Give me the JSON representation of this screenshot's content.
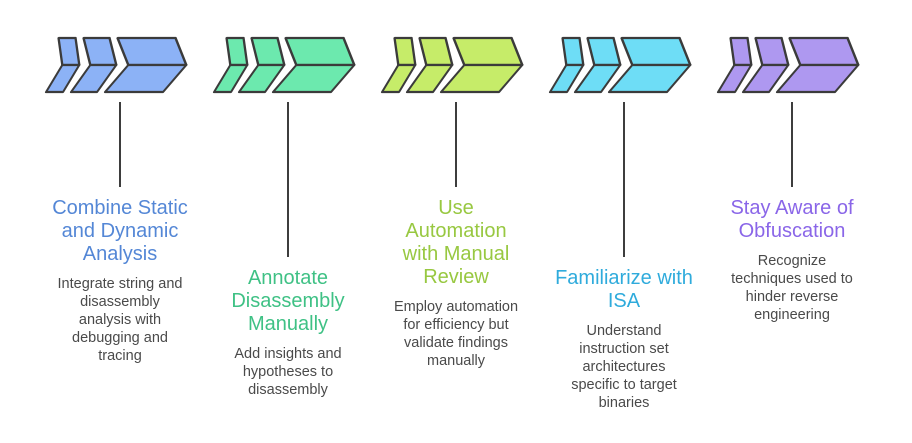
{
  "diagram": {
    "background": "#ffffff",
    "chevron_stroke": "#3b3b3b",
    "connector_color": "#3d3d3d",
    "description_color": "#4a4a4a",
    "steps": [
      {
        "icon": "triple-chevron-right-icon",
        "title": "Combine Static\nand Dynamic\nAnalysis",
        "description": "Integrate string and\ndisassembly\nanalysis with\ndebugging and\ntracing",
        "accent": "#5487d6",
        "chevron_fill": "#8cb2f6",
        "connector_length": "short"
      },
      {
        "icon": "triple-chevron-right-icon",
        "title": "Annotate\nDisassembly\nManually",
        "description": "Add insights and\nhypotheses to\ndisassembly",
        "accent": "#3fc185",
        "chevron_fill": "#6ce9ae",
        "connector_length": "long"
      },
      {
        "icon": "triple-chevron-right-icon",
        "title": "Use\nAutomation\nwith Manual\nReview",
        "description": "Employ automation\nfor efficiency but\nvalidate findings\nmanually",
        "accent": "#98c841",
        "chevron_fill": "#c6ec69",
        "connector_length": "short"
      },
      {
        "icon": "triple-chevron-right-icon",
        "title": "Familiarize with\nISA",
        "description": "Understand\ninstruction set\narchitectures\nspecific to target\nbinaries",
        "accent": "#2fabdc",
        "chevron_fill": "#6eddf6",
        "connector_length": "long"
      },
      {
        "icon": "triple-chevron-right-icon",
        "title": "Stay Aware of\nObfuscation",
        "description": "Recognize\ntechniques used to\nhinder reverse\nengineering",
        "accent": "#8a66e8",
        "chevron_fill": "#ae98f0",
        "connector_length": "short"
      }
    ]
  }
}
